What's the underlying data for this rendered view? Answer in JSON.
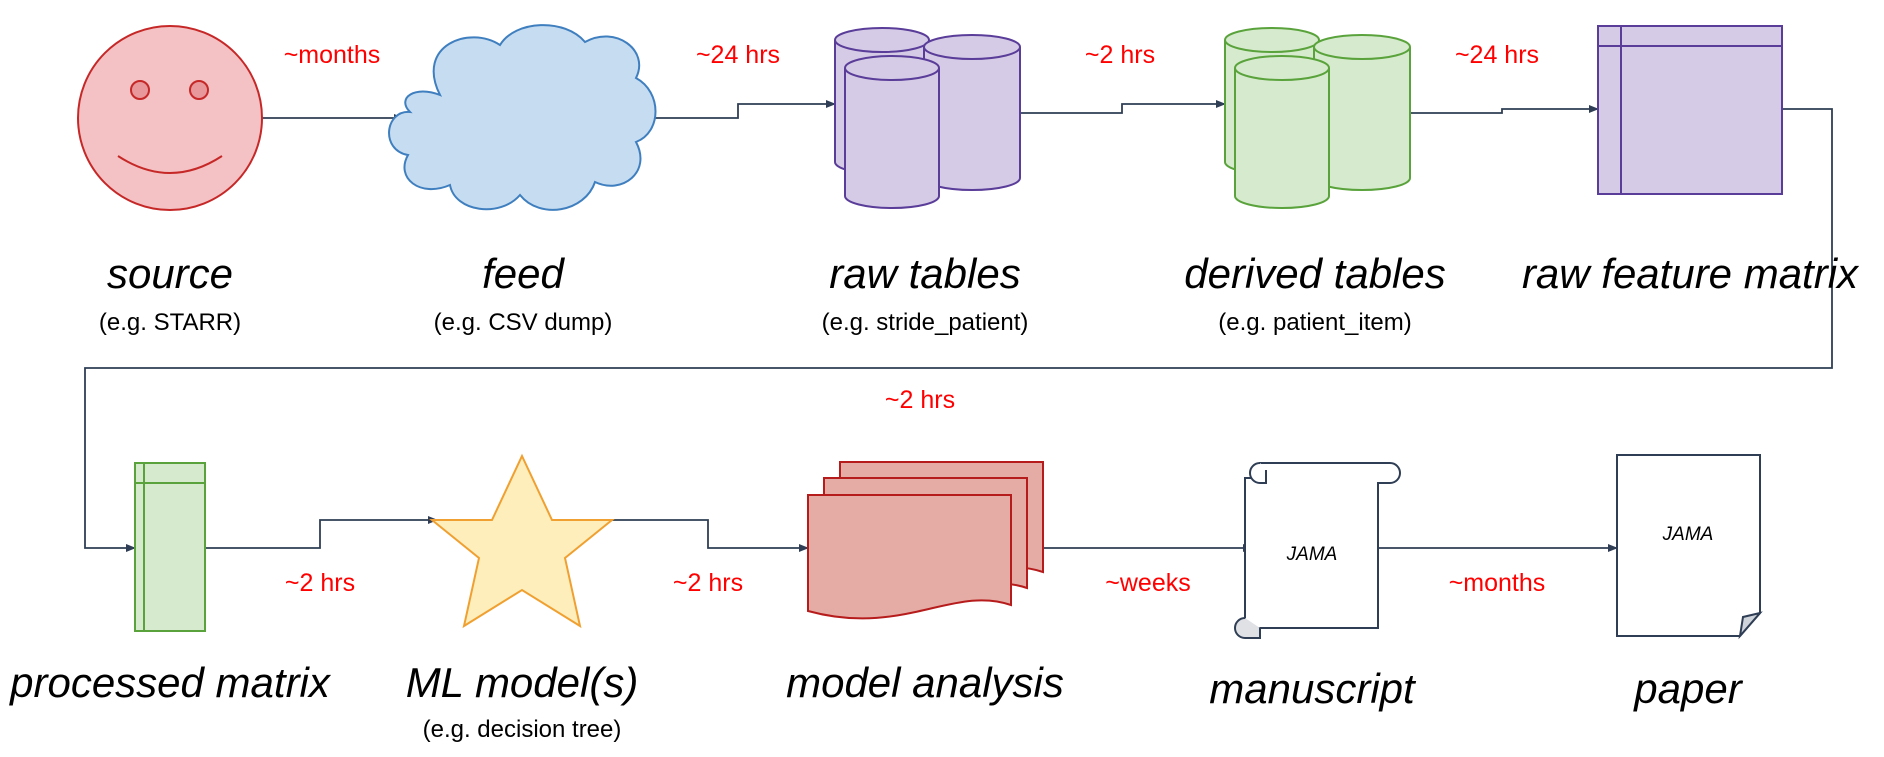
{
  "colors": {
    "connector": "#2f3e55",
    "duration_text": "#ff0000",
    "source_fill": "#f4c2c4",
    "source_stroke": "#c62828",
    "feed_fill": "#c6dcf1",
    "feed_stroke": "#3f7fbf",
    "raw_tables_fill": "#d5cbe6",
    "raw_tables_stroke": "#5a3d99",
    "derived_tables_fill": "#d6ebcd",
    "derived_tables_stroke": "#5aa33c",
    "feature_matrix_fill": "#d5cbe6",
    "feature_matrix_stroke": "#5a3d99",
    "processed_fill": "#d6ebcd",
    "processed_stroke": "#5aa33c",
    "model_fill": "#fdeebc",
    "model_stroke": "#f0a030",
    "analysis_fill": "#e5aca5",
    "analysis_stroke": "#b71c1c",
    "document_stroke": "#2f3e55"
  },
  "icons": {
    "source": "smiley-face-icon",
    "feed": "cloud-icon",
    "raw_tables": "cylinders-database-icon",
    "derived_tables": "cylinders-database-icon",
    "raw_feature_matrix": "matrix-grid-icon",
    "processed_matrix": "matrix-column-icon",
    "ml_model": "star-icon",
    "model_analysis": "stacked-documents-icon",
    "manuscript": "scroll-icon",
    "paper": "page-icon"
  },
  "nodes": {
    "source": {
      "title": "source",
      "subtitle": "(e.g. STARR)"
    },
    "feed": {
      "title": "feed",
      "subtitle": "(e.g. CSV dump)"
    },
    "raw_tables": {
      "title": "raw tables",
      "subtitle": "(e.g. stride_patient)"
    },
    "derived_tables": {
      "title": "derived tables",
      "subtitle": "(e.g. patient_item)"
    },
    "raw_feature_matrix": {
      "title": "raw feature matrix"
    },
    "processed_matrix": {
      "title": "processed matrix"
    },
    "ml_model": {
      "title": "ML model(s)",
      "subtitle": "(e.g. decision tree)"
    },
    "model_analysis": {
      "title": "model analysis"
    },
    "manuscript": {
      "title": "manuscript",
      "doc_text": "JAMA"
    },
    "paper": {
      "title": "paper",
      "doc_text": "JAMA"
    }
  },
  "durations": {
    "source_to_feed": "~months",
    "feed_to_raw_tables": "~24 hrs",
    "raw_to_derived": "~2 hrs",
    "derived_to_feature_matrix": "~24 hrs",
    "feature_to_processed": "~2 hrs",
    "processed_to_model": "~2 hrs",
    "model_to_analysis": "~2 hrs",
    "analysis_to_manuscript": "~weeks",
    "manuscript_to_paper": "~months"
  }
}
